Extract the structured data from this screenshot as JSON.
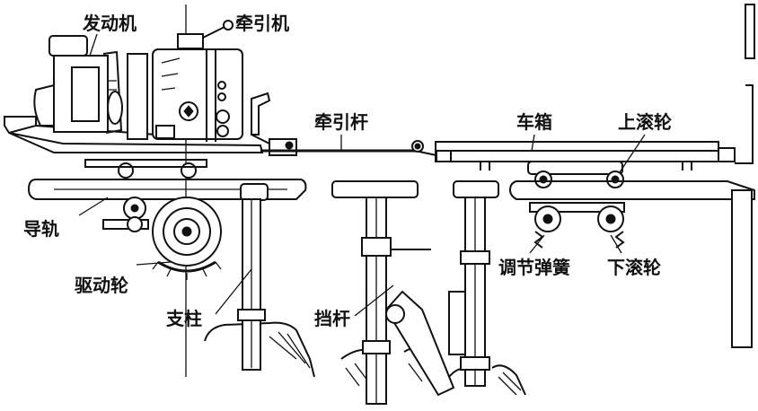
{
  "labels": {
    "engine": "发动机",
    "traction_machine": "牵引机",
    "traction_rod": "牵引杆",
    "car_box": "车箱",
    "upper_roller": "上滚轮",
    "guide_rail": "导轨",
    "drive_wheel": "驱动轮",
    "pillar": "支柱",
    "stop_rod": "挡杆",
    "adjust_spring": "调节弹簧",
    "lower_roller": "下滚轮"
  }
}
